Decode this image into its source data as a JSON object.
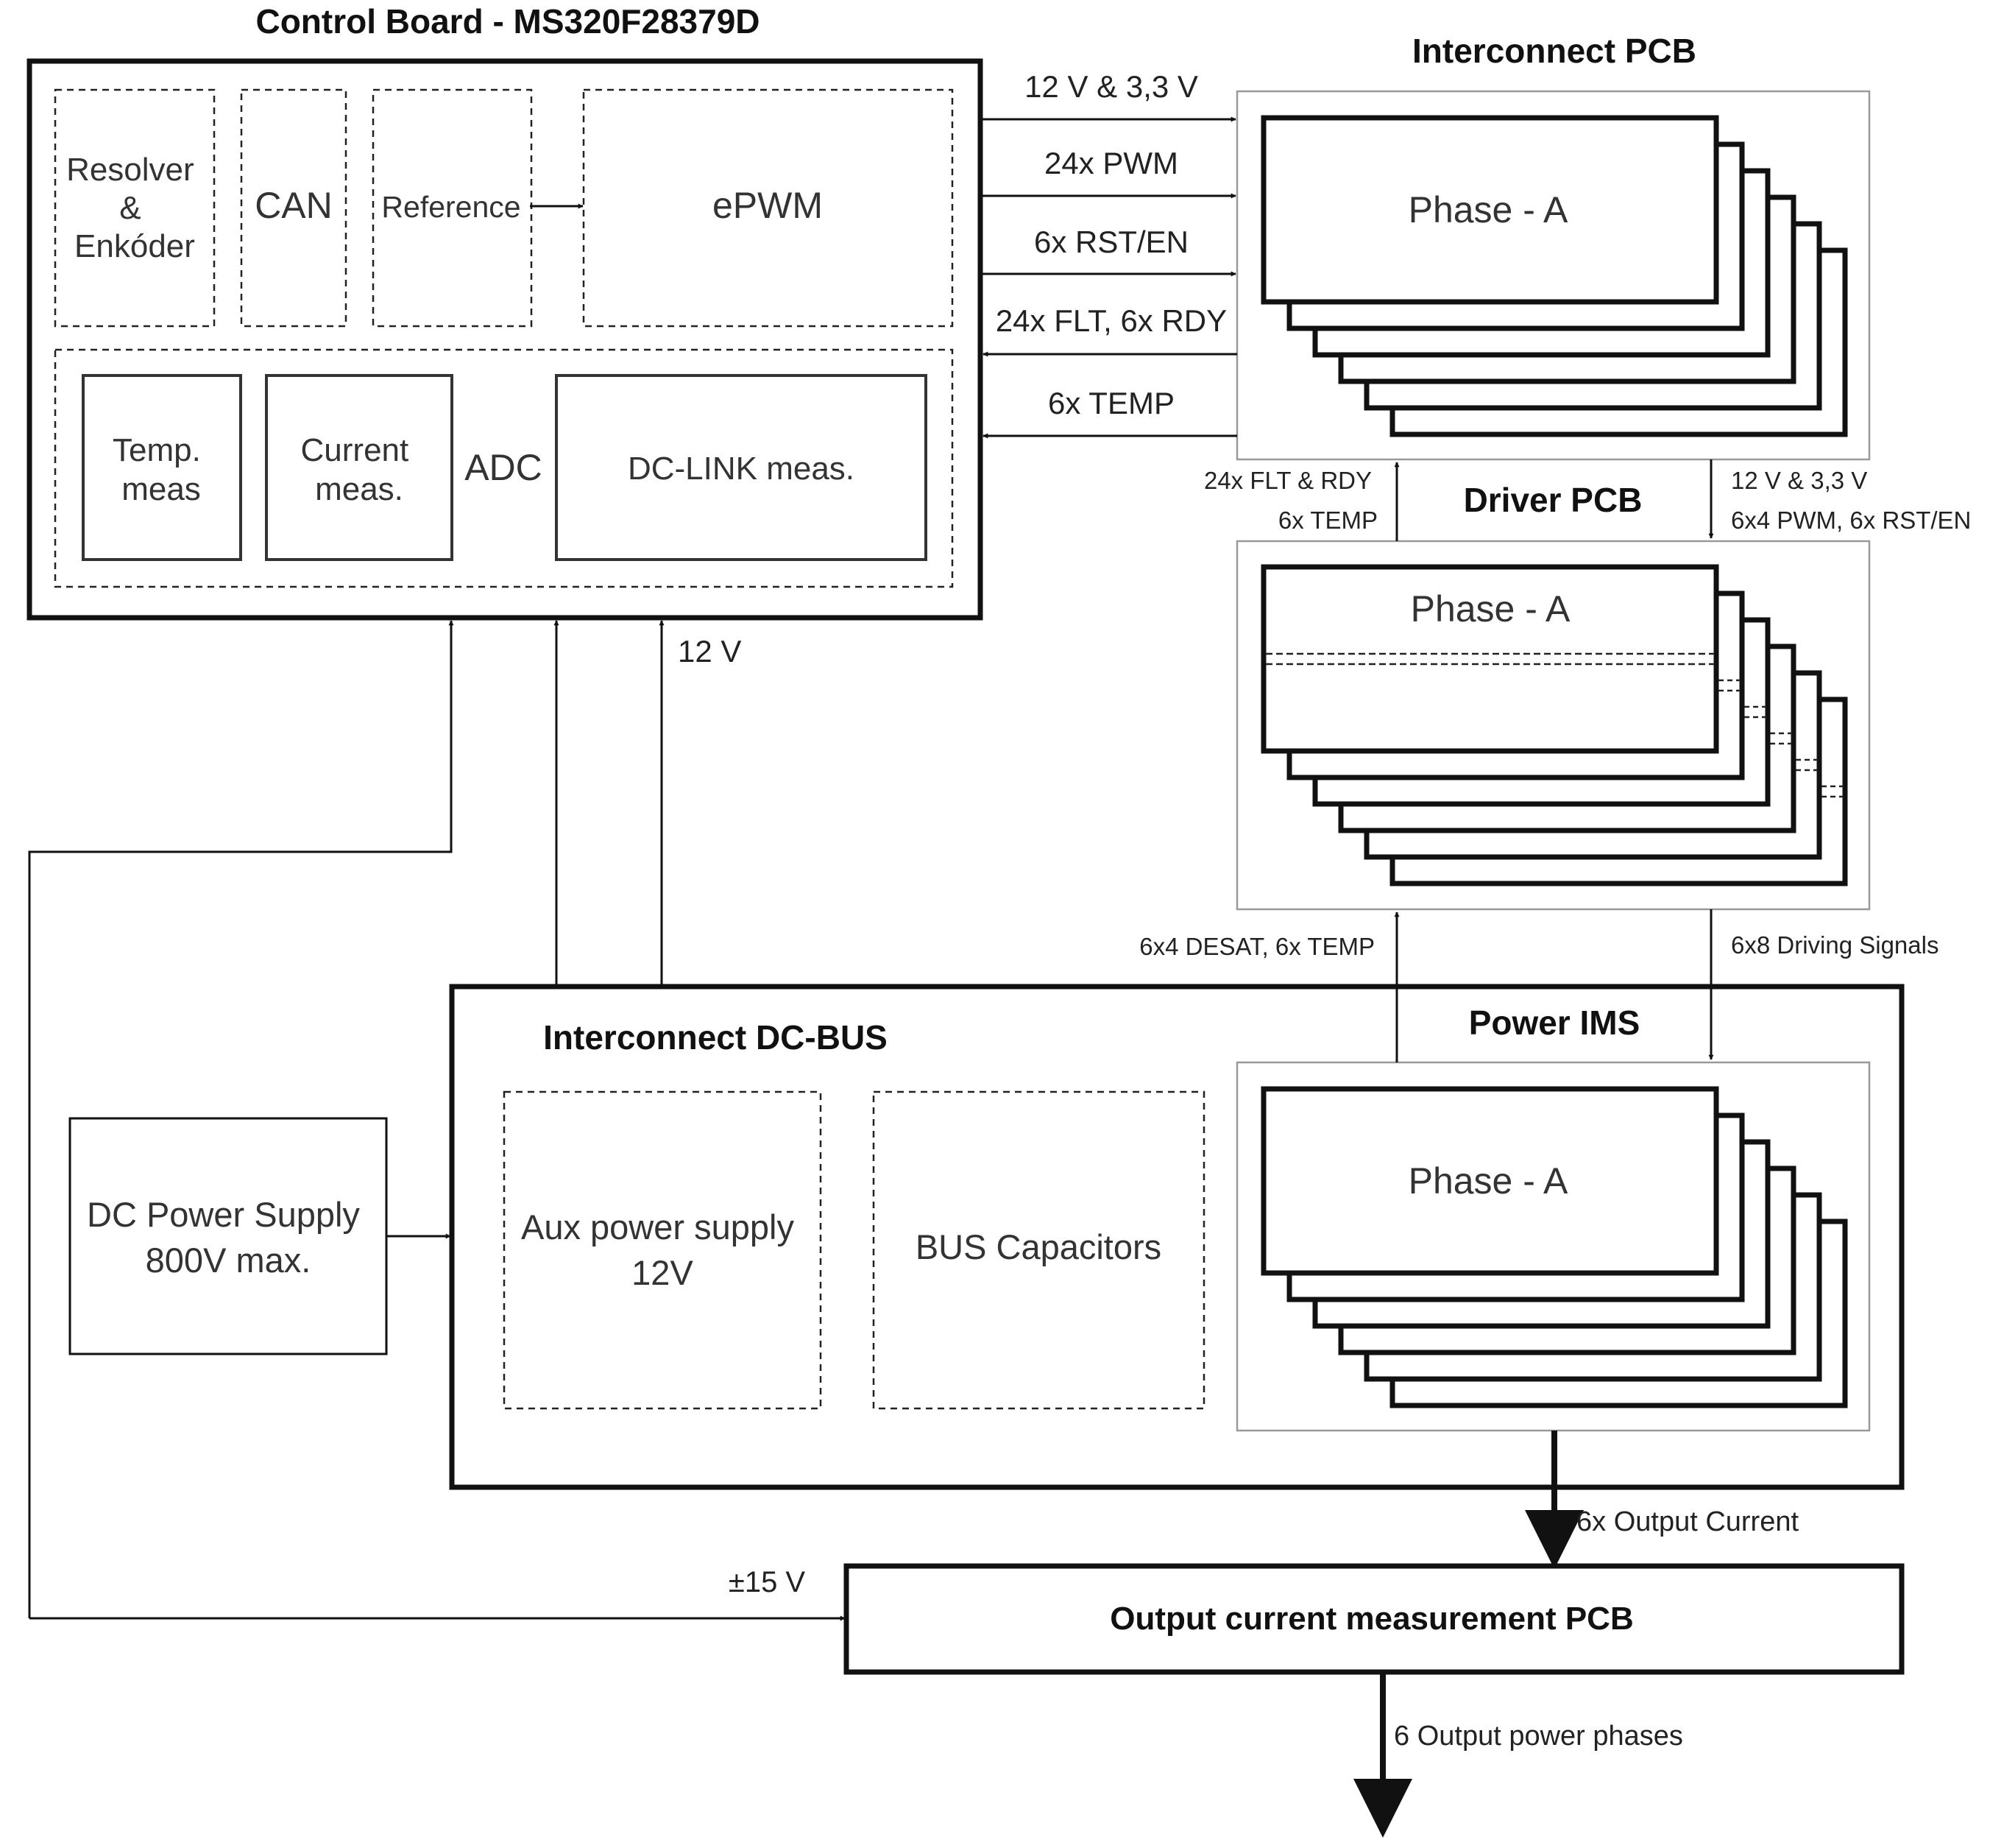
{
  "titles": {
    "control_board": "Control Board - MS320F28379D",
    "interconnect_pcb": "Interconnect PCB",
    "driver_pcb": "Driver PCB",
    "power_ims": "Power IMS",
    "interconnect_dcbus": "Interconnect DC-BUS",
    "output_meas": "Output current measurement PCB"
  },
  "control_board": {
    "resolver": [
      "Resolver",
      "&",
      "Enkóder"
    ],
    "can": "CAN",
    "reference": "Reference",
    "epwm": "ePWM",
    "adc": "ADC",
    "temp_meas": [
      "Temp.",
      "meas"
    ],
    "current_meas": [
      "Current",
      "meas."
    ],
    "dclink_meas": "DC-LINK meas."
  },
  "phase_label": "Phase - A",
  "signals": {
    "s_12v_33v": "12 V & 3,3 V",
    "pwm24": "24x PWM",
    "rst_en": "6x RST/EN",
    "flt_rdy": "24x FLT, 6x RDY",
    "temp6": "6x TEMP",
    "flt_rdy_small": "24x FLT & RDY",
    "temp6_small": "6x TEMP",
    "drv_12v_33v": "12 V & 3,3 V",
    "drv_pwm_rst": "6x4 PWM, 6x RST/EN",
    "desat_temp": "6x4 DESAT, 6x TEMP",
    "driving": "6x8 Driving Signals",
    "v12": "12 V",
    "output_current": "6x Output Current",
    "pm15v": "±15 V",
    "output_phases": "6 Output power phases"
  },
  "dc_bus": {
    "dc_supply": [
      "DC Power Supply",
      "800V max."
    ],
    "aux_supply": [
      "Aux power supply",
      "12V"
    ],
    "bus_caps": "BUS Capacitors"
  }
}
